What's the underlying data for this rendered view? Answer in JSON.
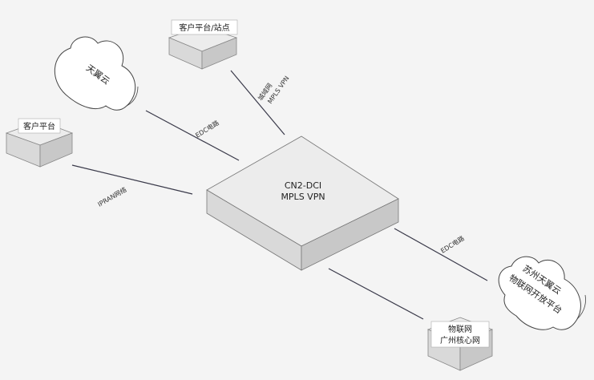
{
  "nodes": {
    "core_line1": "CN2-DCI",
    "core_line2": "MPLS VPN",
    "customer_site": "客户平台/站点",
    "customer_platform": "客户平台",
    "tianyi_cloud": "天翼云",
    "iot_line1": "物联网",
    "iot_line2": "广州核心网",
    "suzhou_line1": "苏州天翼云",
    "suzhou_line2": "物联网开放平台"
  },
  "links": {
    "cloud_link": "EDC电路",
    "site_link_line1": "城域网",
    "site_link_line2": "MPLS VPN",
    "ipran_link": "IPRAN网络",
    "suzhou_link": "EDC电路"
  },
  "colors": {
    "box_top": "#ececec",
    "box_front": "#d9d9d9",
    "box_side": "#c8c8c8",
    "cloud": "#ffffff",
    "line": "#3a3a4a"
  }
}
